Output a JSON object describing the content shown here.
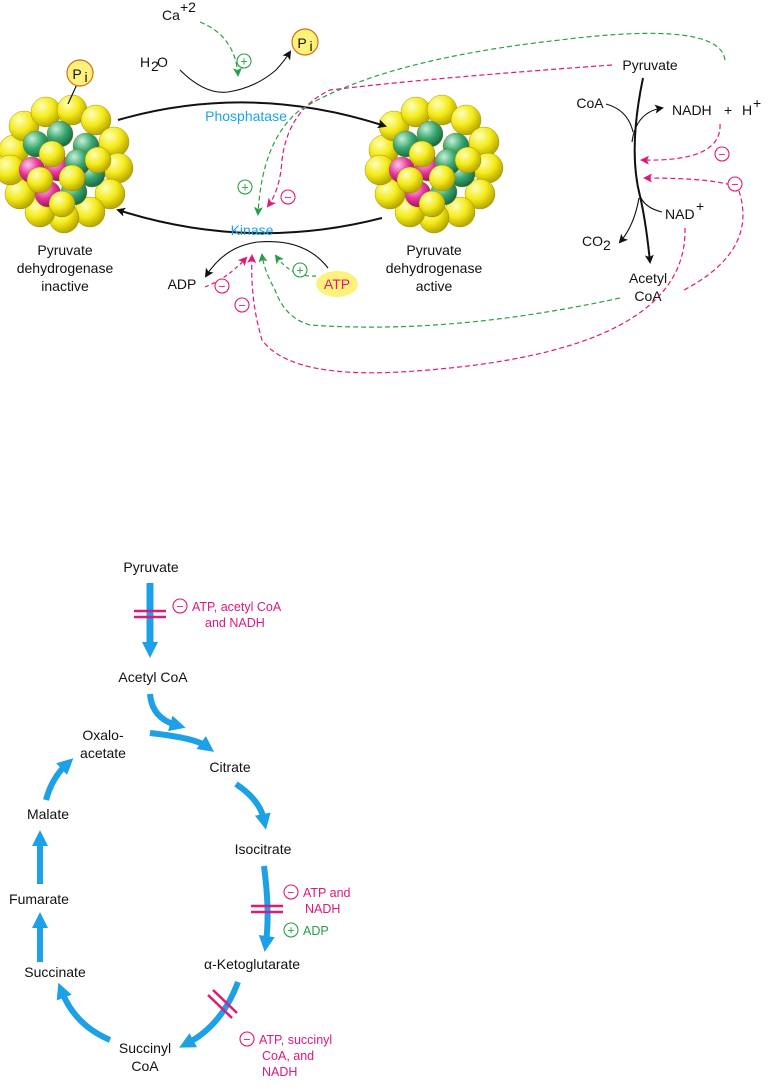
{
  "colors": {
    "activator": "#28a048",
    "inhibitor": "#e0187a",
    "enzyme_label": "#1aa4e2",
    "pathway_arrow": "#1ca0e6",
    "phosphate_fill": "#fff27a"
  },
  "top": {
    "ca": "Ca",
    "ca_charge": "+2",
    "h2o_h": "H",
    "h2o_sub": "2",
    "h2o_o": "O",
    "pi_main": "P",
    "pi_sub": "i",
    "phosphatase": "Phosphatase",
    "kinase": "Kinase",
    "pdh_inactive": [
      "Pyruvate",
      "dehydrogenase",
      "inactive"
    ],
    "pdh_active": [
      "Pyruvate",
      "dehydrogenase",
      "active"
    ],
    "adp": "ADP",
    "atp": "ATP",
    "pyruvate": "Pyruvate",
    "coa": "CoA",
    "nadh": "NADH",
    "plus": "+",
    "h_plus": "H",
    "nad": "NAD",
    "co2": "CO",
    "co2_sub": "2",
    "acetyl_coa": [
      "Acetyl",
      "CoA"
    ],
    "sign_plus": "+",
    "sign_minus": "−"
  },
  "tca": {
    "pyruvate": "Pyruvate",
    "acetyl_coa": "Acetyl CoA",
    "oxaloacetate": [
      "Oxalo-",
      "acetate"
    ],
    "citrate": "Citrate",
    "isocitrate": "Isocitrate",
    "ketoglutarate": "α-Ketoglutarate",
    "succinyl_coa": [
      "Succinyl",
      "CoA"
    ],
    "succinate": "Succinate",
    "fumarate": "Fumarate",
    "malate": "Malate",
    "reg1": [
      "ATP, acetyl CoA",
      "and NADH"
    ],
    "reg2_neg": [
      "ATP and",
      "NADH"
    ],
    "reg2_pos": "ADP",
    "reg3": [
      "ATP, succinyl",
      "CoA, and",
      "NADH"
    ]
  }
}
